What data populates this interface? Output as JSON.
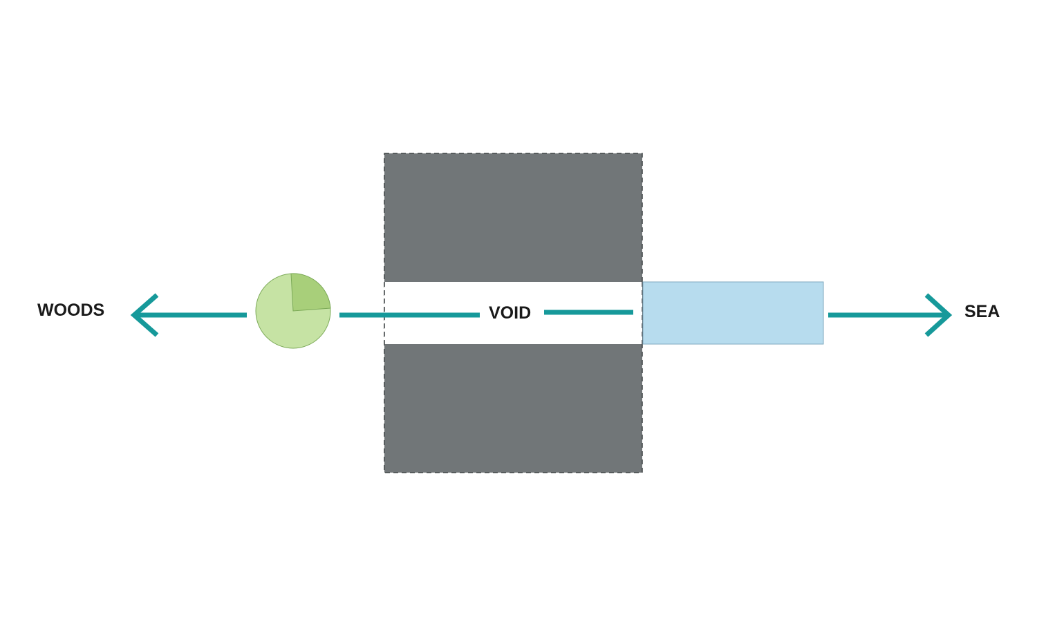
{
  "labels": {
    "left": "WOODS",
    "center": "VOID",
    "right": "SEA"
  },
  "colors": {
    "arrow": "#16999a",
    "building": "#717678",
    "void": "#ffffff",
    "sea_block": "#b7dcee",
    "sea_block_border": "#7fa9bf",
    "tree_light": "#c6e3a4",
    "tree_dark": "#a8cf7a",
    "tree_border": "#7ba957",
    "text": "#1a1a1a"
  },
  "icons": {
    "tree": "tree-pie-icon",
    "left_arrow": "arrow-left-icon",
    "right_arrow": "arrow-right-icon"
  }
}
